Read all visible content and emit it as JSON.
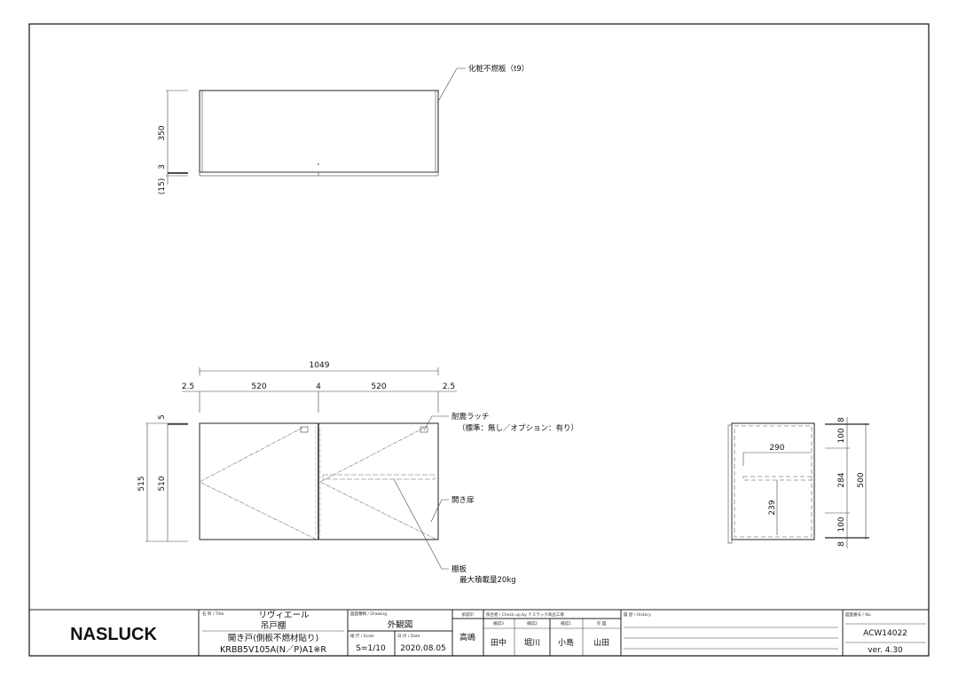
{
  "top_view": {
    "label_panel": "化粧不燃板（t9）",
    "dim_height": "350",
    "dim_gap": "3",
    "dim_bottom": "(15)"
  },
  "front_view": {
    "dim_total_width": "1049",
    "dim_row": [
      "2.5",
      "520",
      "4",
      "520",
      "2.5"
    ],
    "dim_total_height": "515",
    "dim_door_height": "510",
    "dim_top": "5",
    "label_latch": "耐震ラッチ",
    "label_latch_note": "（標準：無し／オプション：有り）",
    "label_door": "開き扉",
    "label_shelf": "棚板",
    "label_shelf_note": "最大積載量20kg"
  },
  "side_view": {
    "dim_shelf_depth": "290",
    "dim_shelf_height": "239",
    "dim_right": [
      "8",
      "100",
      "284",
      "100",
      "8"
    ],
    "dim_total": "500"
  },
  "title_block": {
    "logo": "NASLUCK",
    "title_header": "名 称 / Title",
    "title_line1": "リヴィエール",
    "title_line2": "吊戸棚",
    "title_line3": "開き戸(側板不燃材貼り)",
    "title_line4": "KRBB5V105A(N／P)A1※R",
    "drawing_header": "図面種類 / Drawing",
    "drawing_value": "外観図",
    "scale_header": "縮 尺 / Scale",
    "scale_value": "S=1/10",
    "date_header": "日 付 / Date",
    "date_value": "2020.08.05",
    "approval_header": "承認印",
    "approval_value": "高嶋",
    "check_header": "照合者 / Check up by ナスラック商品工場",
    "check_columns": [
      "確認3",
      "確認2",
      "確認1",
      "作 図"
    ],
    "check_names": [
      "田中",
      "堀川",
      "小島",
      "山田"
    ],
    "history_header": "履 歴 / History",
    "no_header": "図面番号 / No.",
    "no_value": "ACW14022",
    "version": "ver. 4.30"
  }
}
